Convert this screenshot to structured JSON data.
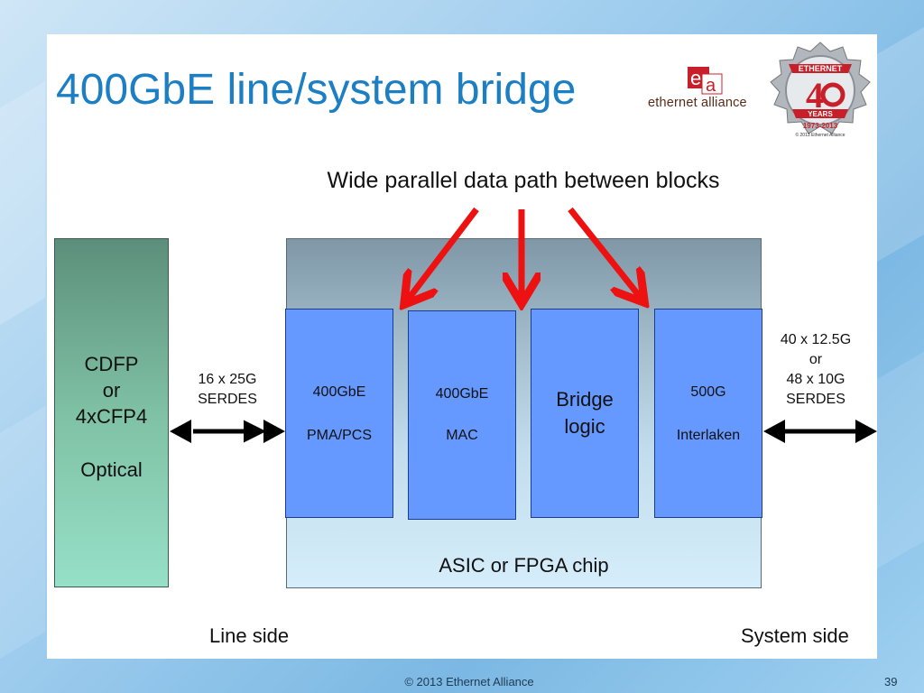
{
  "slide": {
    "title": "400GbE line/system bridge",
    "annotation": "Wide parallel data path between blocks",
    "line_side": "Line side",
    "system_side": "System side"
  },
  "cdfp_module": {
    "lines": [
      "CDFP",
      "or",
      "4xCFP4"
    ],
    "label2": "Optical"
  },
  "chip": {
    "label": "ASIC or FPGA chip"
  },
  "blocks": [
    {
      "line1": "400GbE",
      "line2": "PMA/PCS"
    },
    {
      "line1": "400GbE",
      "line2": "MAC"
    },
    {
      "line1": "Bridge",
      "line2": "logic"
    },
    {
      "line1": "500G",
      "line2": "Interlaken"
    }
  ],
  "left_link": {
    "lines": [
      "16 x 25G",
      "SERDES"
    ]
  },
  "right_link": {
    "lines": [
      "40 x 12.5G",
      "or",
      "48 x 10G",
      "SERDES"
    ]
  },
  "logo": {
    "text": "ethernet alliance"
  },
  "badge": {
    "top": "ETHERNET",
    "number": "40",
    "years": "YEARS",
    "range": "1973-2013",
    "small": "© 2013 Ethernet Alliance"
  },
  "footer": {
    "copyright": "© 2013 Ethernet Alliance",
    "page_number": "39"
  },
  "colors": {
    "title": "#1c7fc4",
    "block": "#6699ff",
    "arrow": "#ee1111",
    "accent_red": "#c8202a"
  }
}
